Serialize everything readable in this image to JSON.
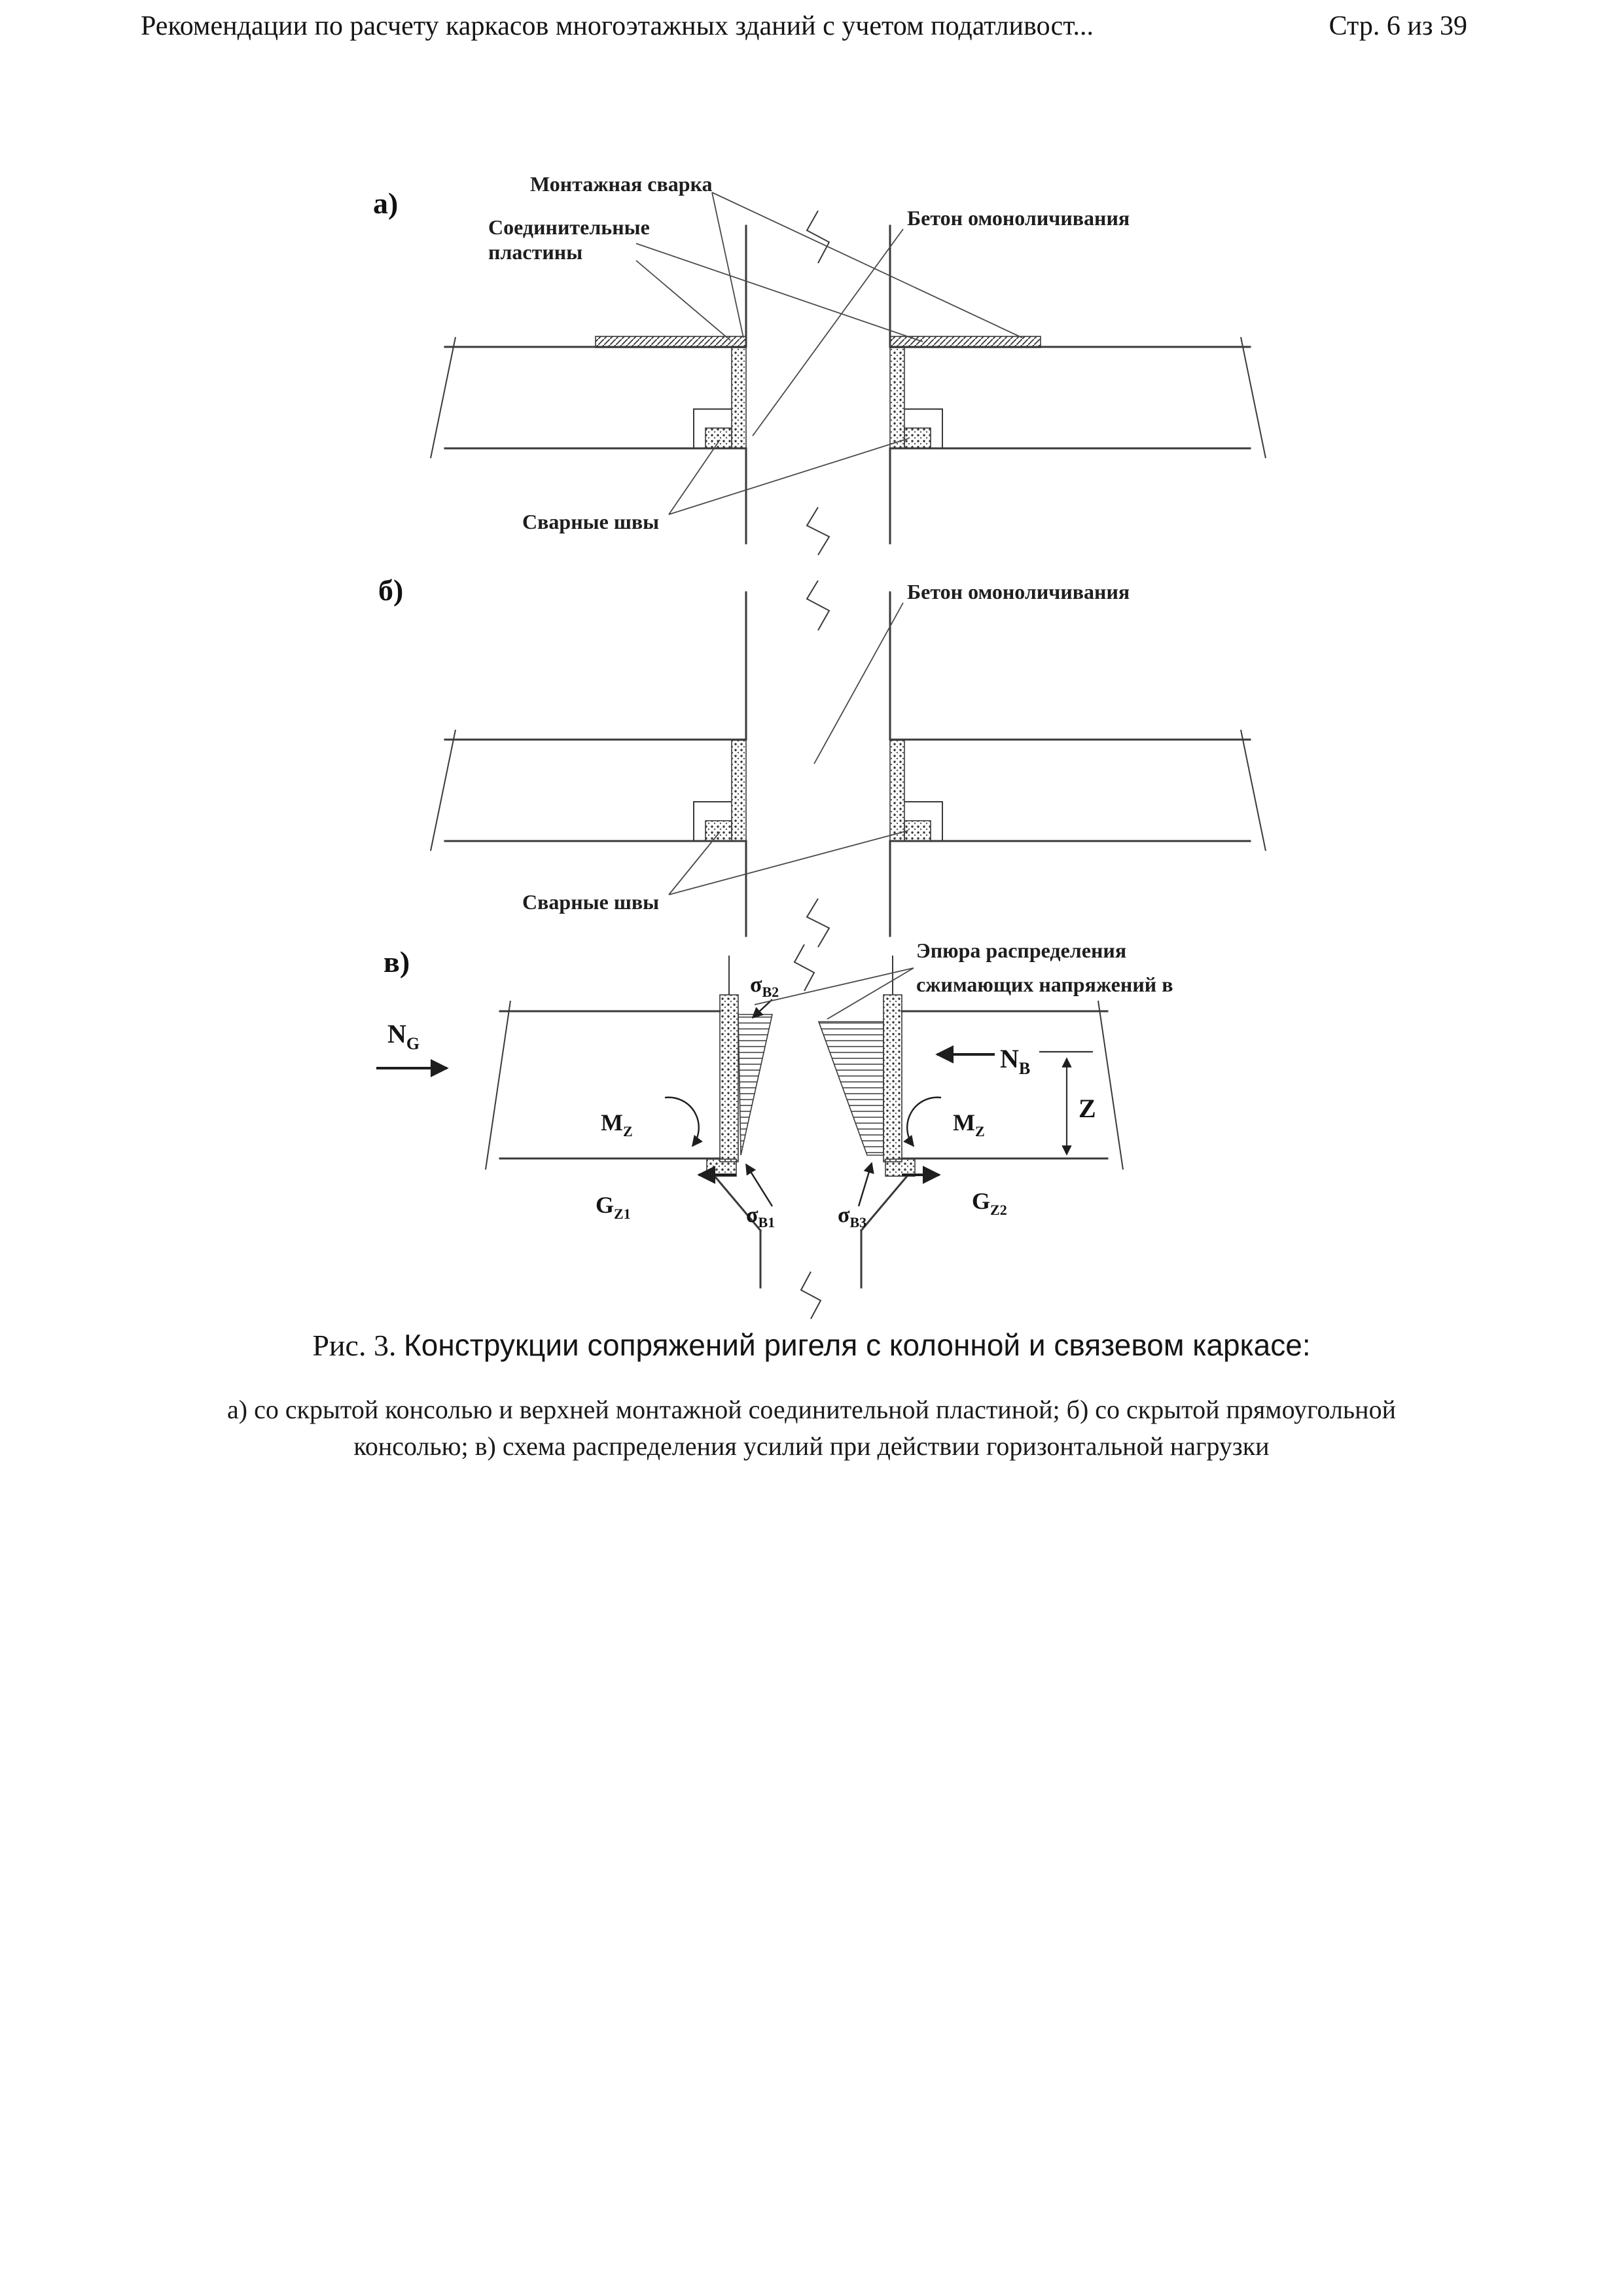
{
  "header": {
    "title": "Рекомендации по расчету каркасов многоэтажных зданий с учетом податливост...",
    "page": "Стр. 6 из 39"
  },
  "figure": {
    "panel_a": {
      "label": "а)",
      "annotations": {
        "montage_weld": "Монтажная сварка",
        "plates_line1": "Соединительные",
        "plates_line2": "пластины",
        "concrete": "Бетон омоноличивания",
        "welds": "Сварные швы"
      }
    },
    "panel_b": {
      "label": "б)",
      "annotations": {
        "concrete": "Бетон омоноличивания",
        "welds": "Сварные швы"
      }
    },
    "panel_v": {
      "label": "в)",
      "annotations": {
        "epure_line1": "Эпюра распределения",
        "epure_line2": "сжимающих напряжений в",
        "N_G": {
          "main": "N",
          "sub": "G"
        },
        "N_B": {
          "main": "N",
          "sub": "В"
        },
        "M_Z_left": {
          "main": "M",
          "sub": "Z"
        },
        "M_Z_right": {
          "main": "M",
          "sub": "Z"
        },
        "G_Z1": {
          "main": "G",
          "sub": "Z1"
        },
        "G_Z2": {
          "main": "G",
          "sub": "Z2"
        },
        "Z": "Z",
        "sigma_B1": {
          "main": "σ",
          "sub": "В1"
        },
        "sigma_B2": {
          "main": "σ",
          "sub": "В2"
        },
        "sigma_B3": {
          "main": "σ",
          "sub": "В3"
        }
      }
    },
    "caption_prefix": "Рис. 3.",
    "caption_text": "Конструкции сопряжений ригеля с колонной и связевом каркасе:",
    "subcaption_line1": "а) со скрытой консолью и верхней монтажной соединительной пластиной; б) со скрытой прямоугольной",
    "subcaption_line2": "консолью; в) схема распределения усилий при действии горизонтальной нагрузки"
  }
}
